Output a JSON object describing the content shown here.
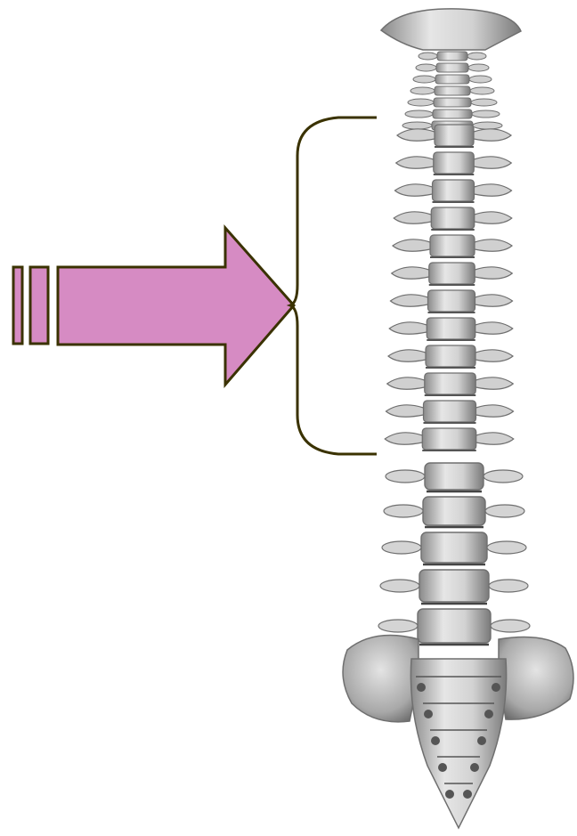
{
  "diagram": {
    "background_color": "#ffffff",
    "arrow": {
      "fill_color": "#d68bc3",
      "stroke_color": "#3a3200",
      "direction": "right",
      "striped_tail": true
    },
    "bracket": {
      "stroke_color": "#3a3200",
      "side": "left",
      "points_to": "spine-section"
    },
    "illustration": {
      "subject": "spine-icon",
      "style": "grayscale engraving",
      "segments": {
        "cervical_vertebrae": 7,
        "thoracic_vertebrae": 12,
        "lumbar_vertebrae": 5
      },
      "bone_color": "#c9c9c9",
      "shadow_color": "#6f6f6f"
    }
  }
}
